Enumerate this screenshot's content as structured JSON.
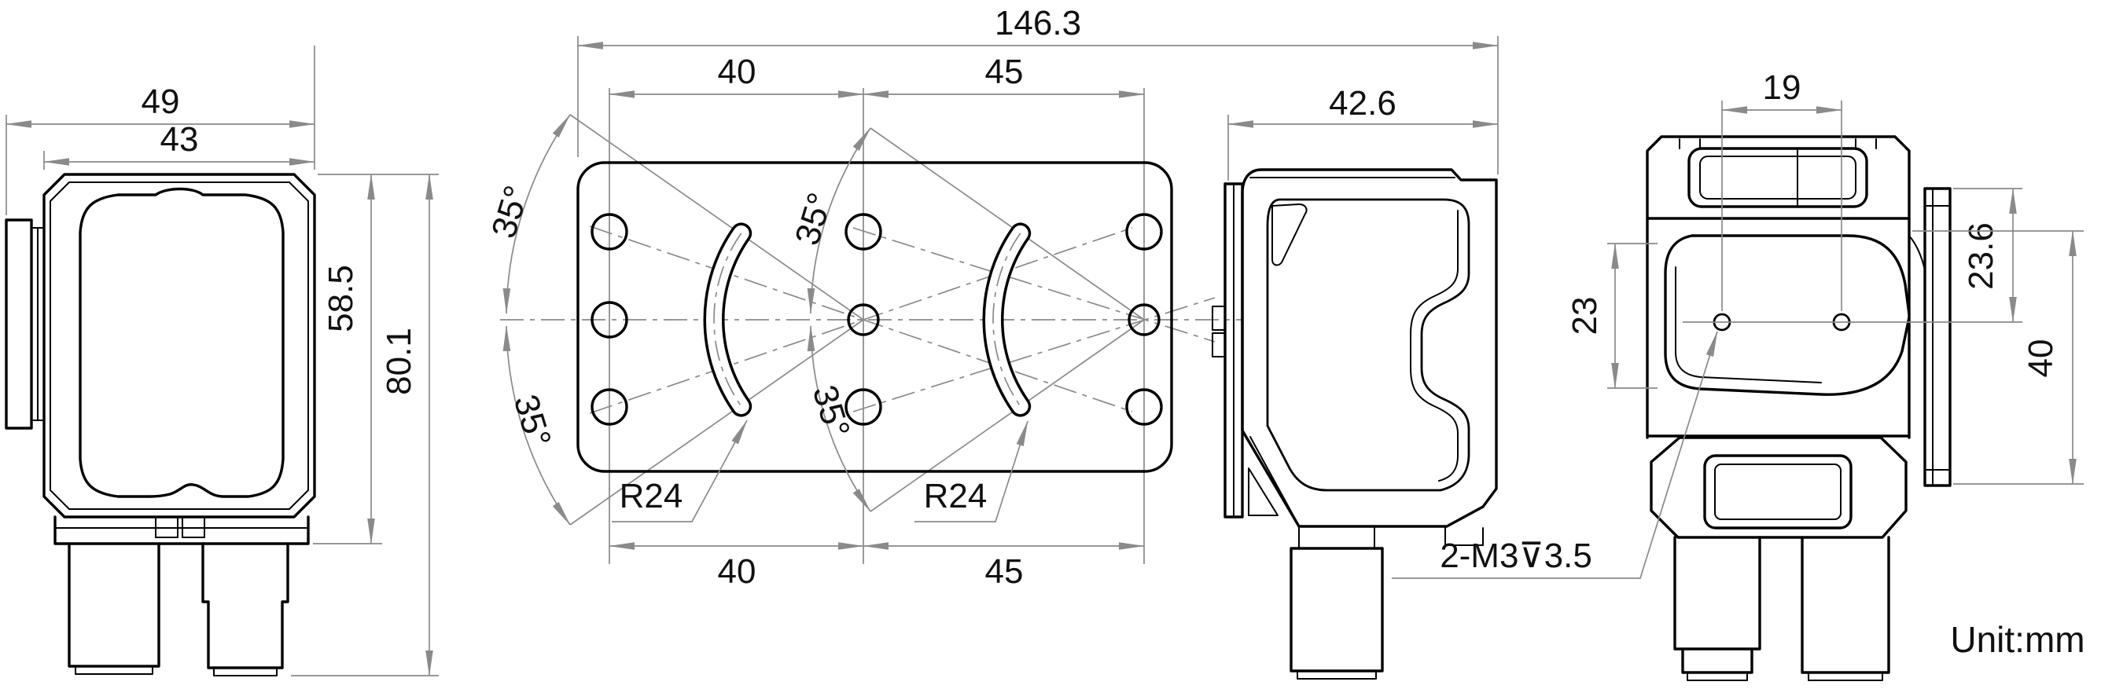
{
  "unit_note": "Unit:mm",
  "front_view": {
    "width_outer": "49",
    "width_body": "43",
    "height_body": "58.5",
    "height_total": "80.1"
  },
  "bracket_top_view": {
    "overall_width": "146.3",
    "spacing_top_left": "40",
    "spacing_top_right": "45",
    "spacing_bottom_left": "40",
    "spacing_bottom_right": "45",
    "angle_far_upper": "35°",
    "angle_far_lower": "35°",
    "angle_mid_upper": "35°",
    "angle_mid_lower": "35°",
    "slot_radius_left": "R24",
    "slot_radius_right": "R24"
  },
  "side_view": {
    "depth": "42.6"
  },
  "rear_view": {
    "hole_spacing": "19",
    "panel_offset": "23",
    "top_offset": "23.6",
    "bracket_height": "40",
    "thread_callout": "2-M3⊽3.5"
  }
}
